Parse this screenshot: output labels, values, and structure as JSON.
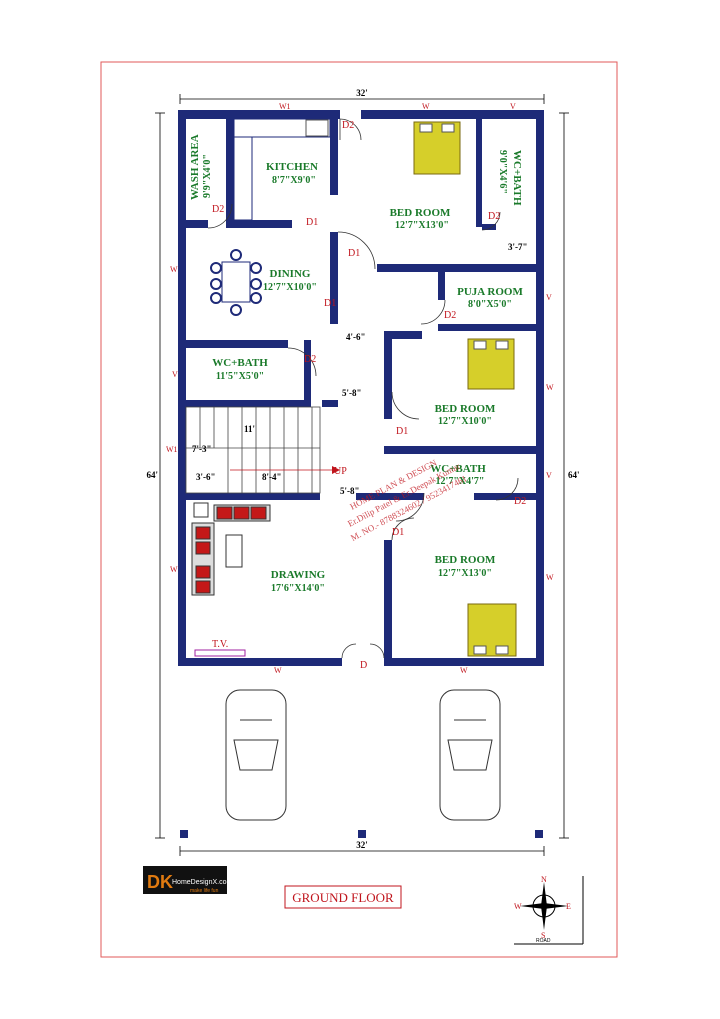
{
  "rooms": {
    "wash_area": {
      "name": "WASH AREA",
      "dim": "9'9\"X4'0\""
    },
    "kitchen": {
      "name": "KITCHEN",
      "dim": "8'7\"X9'0\""
    },
    "bedroom_top": {
      "name": "BED ROOM",
      "dim": "12'7\"X13'0\""
    },
    "wc_bath_top": {
      "name": "WC+BATH",
      "dim": "9'0\"X4'6\""
    },
    "dining": {
      "name": "DINING",
      "dim": "12'7\"X10'0\""
    },
    "puja_room": {
      "name": "PUJA ROOM",
      "dim": "8'0\"X5'0\""
    },
    "wc_bath_left": {
      "name": "WC+BATH",
      "dim": "11'5\"X5'0\""
    },
    "bedroom_mid": {
      "name": "BED ROOM",
      "dim": "12'7\"X10'0\""
    },
    "wc_bath_mid": {
      "name": "WC+BATH",
      "dim": "12'7\"X4'7\""
    },
    "drawing": {
      "name": "DRAWING",
      "dim": "17'6\"X14'0\""
    },
    "bedroom_bottom": {
      "name": "BED ROOM",
      "dim": "12'7\"X13'0\""
    }
  },
  "dimensions": {
    "top_width": "32'",
    "bottom_width": "32'",
    "left_height": "64'",
    "right_height": "64'",
    "passage_right": "3'-7\"",
    "passage_mid": "4'-6\"",
    "passage_lower": "5'-8\"",
    "stair_width": "11'",
    "stair_a": "7'-3\"",
    "stair_b": "3'-6\"",
    "stair_c": "8'-4\"",
    "stair_d": "5'-8\""
  },
  "doors": {
    "d1": "D1",
    "d2": "D2",
    "d": "D"
  },
  "windows": {
    "w": "W",
    "w1": "W1",
    "v": "V"
  },
  "labels": {
    "up": "UP",
    "tv": "T.V.",
    "title": "GROUND FLOOR",
    "watermark": [
      "HOME PLAN & DESIGN",
      "Er.Dilip Patel & Er.Deepak Kumar",
      "M. NO.- 8788324602 / 9523417461"
    ]
  },
  "logo": {
    "text": "HomeDesignX.com",
    "sub": "make life fun"
  },
  "compass": {
    "n": "N",
    "s": "S",
    "e": "E",
    "w": "W",
    "road": "ROAD"
  },
  "colors": {
    "wall": "#1e2a78",
    "room_text": "#1a7a2a",
    "door_text": "#c0141c",
    "border": "#e15a5a",
    "sofa": "#c41818",
    "bed": "#c9c21a"
  }
}
